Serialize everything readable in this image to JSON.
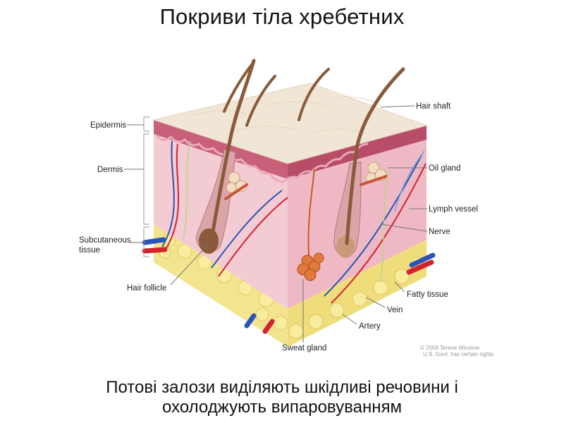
{
  "title": "Покриви тіла хребетних",
  "diagram": {
    "labels": {
      "epidermis": "Epidermis",
      "dermis": "Dermis",
      "subcutaneous_1": "Subcutaneous",
      "subcutaneous_2": "tissue",
      "hair_follicle": "Hair follicle",
      "hair_shaft": "Hair shaft",
      "oil_gland": "Oil gland",
      "lymph_vessel": "Lymph vessel",
      "nerve": "Nerve",
      "fatty_tissue": "Fatty tissue",
      "vein": "Vein",
      "artery": "Artery",
      "sweat_gland": "Sweat gland"
    },
    "credit_1": "© 2008 Terese Winslow",
    "credit_2": "U.S. Govt. has certain rights",
    "colors": {
      "epidermis_top": "#f1e6d6",
      "epidermis_layer": "#c9607a",
      "dermis": "#f2c6cf",
      "fat": "#f3e48f",
      "vein": "#2a55b8",
      "artery": "#d2232f",
      "hair": "#8a5a3a"
    }
  },
  "caption": {
    "line1": "Потові залози виділяють шкідливі речовини і",
    "line2": "охолоджують випаровуванням"
  }
}
